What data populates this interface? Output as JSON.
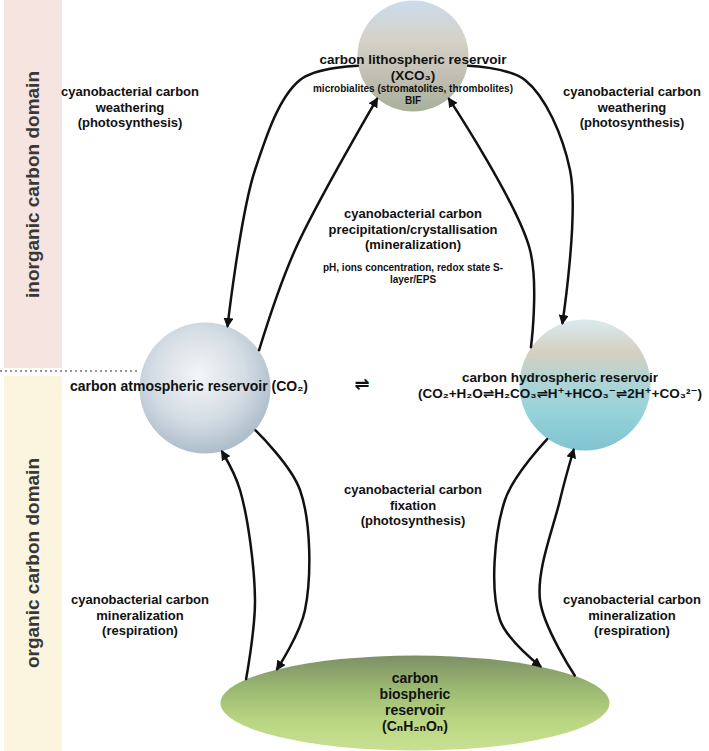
{
  "diagram": {
    "nodes": [
      {
        "text": [
          "inorganic carbon domain"
        ]
      },
      {
        "text": [
          "carbon lithospheric reservoir (XCO₃)",
          "microbialites (stromatolites, thrombolites) BIF"
        ]
      },
      {
        "text": [
          "carbon atmospheric reservoir (CO₂)"
        ]
      },
      {
        "text": [
          "carbon hydrospheric reservoir (CO₂+H₂O⇌H₂CO₃⇌H⁺+HCO₃⁻⇌2H⁺+CO₃²⁻)"
        ]
      },
      {
        "text": [
          "organic carbon domain"
        ]
      },
      {
        "text": [
          "carbon biospheric reservoir (CₙH₂ₙOₙ)"
        ]
      }
    ],
    "edges": [
      {
        "from": 1,
        "to": 2,
        "arrow": "to",
        "label": "cyanobacterial carbon weathering (photosynthesis)"
      },
      {
        "from": 2,
        "to": 1,
        "arrow": "to",
        "label": "cyanobacterial carbon precipitation/crystallisation (mineralization)"
      },
      {
        "from": 1,
        "to": 3,
        "arrow": "to",
        "label": "cyanobacterial carbon weathering (photosynthesis)"
      },
      {
        "from": 3,
        "to": 1,
        "arrow": "to"
      },
      {
        "from": 2,
        "to": 5,
        "arrow": "to",
        "label": "cyanobacterial carbon fixation (photosynthesis)"
      },
      {
        "from": 5,
        "to": 2,
        "arrow": "to",
        "label": "cyanobacterial carbon mineralization (respiration)"
      },
      {
        "from": 3,
        "to": 5,
        "arrow": "to"
      },
      {
        "from": 5,
        "to": 3,
        "arrow": "to",
        "label": "cyanobacterial carbon mineralization (respiration)"
      }
    ],
    "labels": [
      "pH, ions concentration, redox state S-layer/EPS",
      "⇌"
    ]
  }
}
